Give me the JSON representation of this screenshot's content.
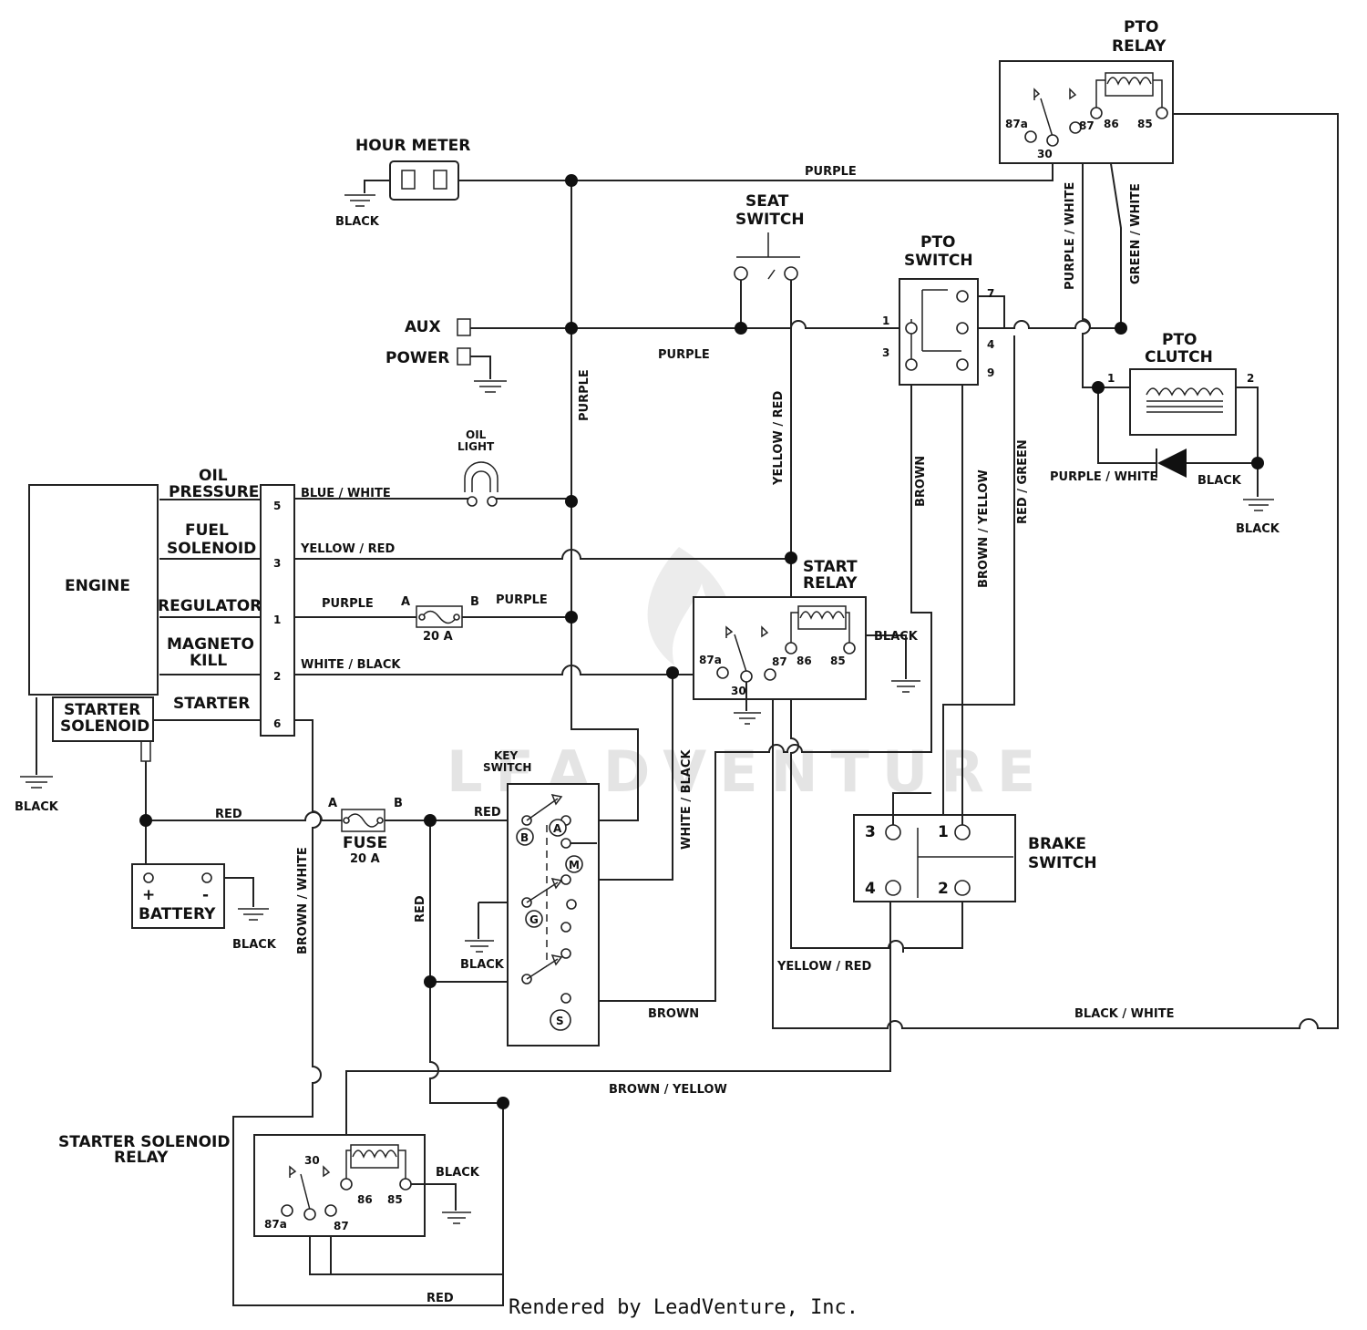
{
  "watermark": "LEADVENTURE",
  "footer": "Rendered by LeadVenture, Inc.",
  "components": {
    "hour_meter": "HOUR METER",
    "pto_relay": [
      "PTO",
      "RELAY"
    ],
    "seat_switch": [
      "SEAT",
      "SWITCH"
    ],
    "pto_switch": [
      "PTO",
      "SWITCH"
    ],
    "pto_clutch": [
      "PTO",
      "CLUTCH"
    ],
    "aux": "AUX",
    "power": "POWER",
    "oil_light": [
      "OIL",
      "LIGHT"
    ],
    "engine": "ENGINE",
    "oil_pressure": [
      "OIL",
      "PRESSURE"
    ],
    "fuel_solenoid": [
      "FUEL",
      "SOLENOID"
    ],
    "regulator": "REGULATOR",
    "magneto_kill": [
      "MAGNETO",
      "KILL"
    ],
    "starter": "STARTER",
    "starter_solenoid": [
      "STARTER",
      "SOLENOID"
    ],
    "start_relay": [
      "START",
      "RELAY"
    ],
    "key_switch": [
      "KEY",
      "SWITCH"
    ],
    "brake_switch": [
      "BRAKE",
      "SWITCH"
    ],
    "battery": "BATTERY",
    "fuse": "FUSE",
    "fuse_rating": "20 A",
    "inline_fuse_rating": "20 A",
    "starter_solenoid_relay": [
      "STARTER SOLENOID",
      "RELAY"
    ]
  },
  "wire_labels": {
    "purple": "PURPLE",
    "black": "BLACK",
    "blue_white": "BLUE / WHITE",
    "yellow_red": "YELLOW / RED",
    "white_black": "WHITE / BLACK",
    "red": "RED",
    "brown": "BROWN",
    "brown_yellow": "BROWN / YELLOW",
    "brown_white": "BROWN / WHITE",
    "red_green": "RED / GREEN",
    "purple_white": "PURPLE / WHITE",
    "green_white": "GREEN / WHITE",
    "black_white": "BLACK / WHITE"
  },
  "pins": {
    "connector": [
      "5",
      "3",
      "1",
      "2",
      "6"
    ],
    "relay": [
      "87a",
      "30",
      "87",
      "86",
      "85"
    ],
    "pto_switch": [
      "1",
      "3",
      "7",
      "4",
      "9"
    ],
    "pto_clutch": [
      "1",
      "2"
    ],
    "brake_switch": [
      "3",
      "1",
      "4",
      "2"
    ],
    "key_switch": [
      "B",
      "A",
      "M",
      "G",
      "S"
    ],
    "fuse_ends": [
      "A",
      "B"
    ],
    "battery": [
      "+",
      "-"
    ]
  }
}
